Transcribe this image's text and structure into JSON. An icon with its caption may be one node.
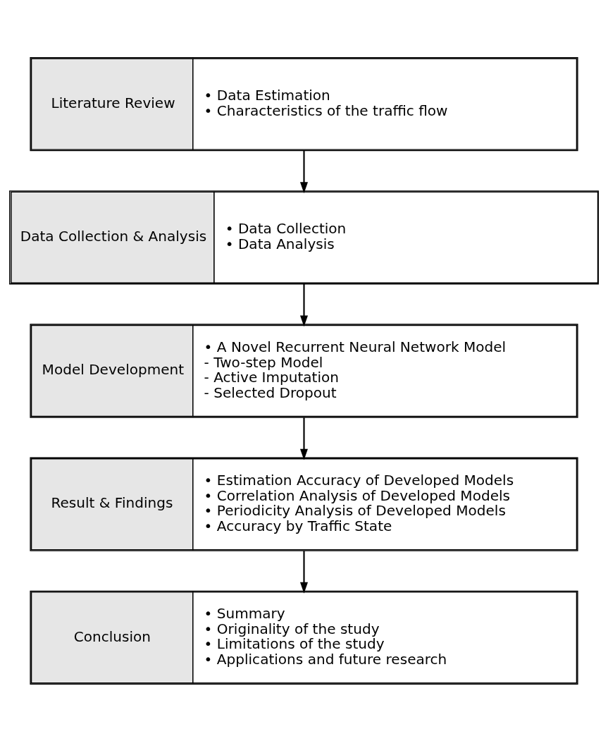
{
  "diagram": {
    "nodes": [
      {
        "text": [
          "Literature Review",
          "• Data Estimation",
          "• Characteristics of the traffic flow"
        ]
      },
      {
        "text": [
          "Data Collection & Analysis",
          "• Data Collection",
          "• Data Analysis"
        ]
      },
      {
        "text": [
          "Model Development",
          "• A Novel Recurrent Neural Network Model",
          "- Two-step Model",
          "- Active Imputation",
          "- Selected Dropout"
        ]
      },
      {
        "text": [
          "Result & Findings",
          "• Estimation Accuracy of Developed Models",
          "• Correlation Analysis of Developed Models",
          "• Periodicity Analysis of Developed Models",
          "• Accuracy by Traffic State"
        ]
      },
      {
        "text": [
          "Conclusion",
          "• Summary",
          "• Originality of the study",
          "• Limitations of the study",
          "• Applications and future research"
        ]
      }
    ],
    "edges": [
      {
        "from": 0,
        "to": 1,
        "arrow": "to"
      },
      {
        "from": 1,
        "to": 2,
        "arrow": "to"
      },
      {
        "from": 2,
        "to": 3,
        "arrow": "to"
      },
      {
        "from": 3,
        "to": 4,
        "arrow": "to"
      }
    ]
  }
}
